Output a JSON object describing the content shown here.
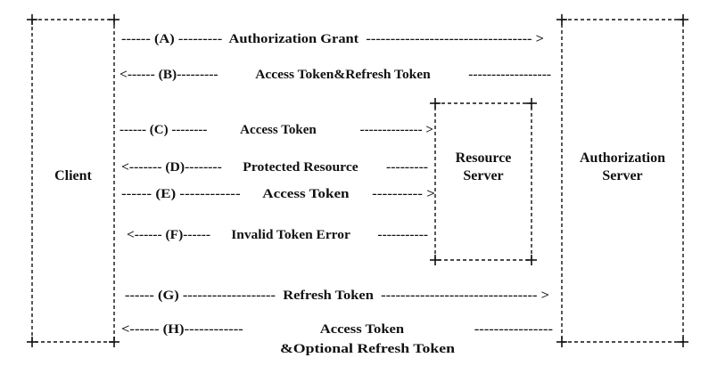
{
  "nodes": {
    "client": {
      "label": "Client"
    },
    "resource_server": {
      "line1": "Resource",
      "line2": "Server"
    },
    "authorization_server": {
      "line1": "Authorization",
      "line2": "Server"
    }
  },
  "flows": [
    {
      "id": "A",
      "text": "------ (A) ---------  Authorization Grant  ---------------------------------- >"
    },
    {
      "id": "B",
      "text": "<------ (B)---------           Access Token&Refresh Token           ------------------"
    },
    {
      "id": "C",
      "text": "------ (C) --------          Access Token             -------------- >"
    },
    {
      "id": "D",
      "text": "<------- (D)--------      Protected Resource        ---------"
    },
    {
      "id": "E",
      "text": "------ (E) ------------      Access Token      ---------- >"
    },
    {
      "id": "F",
      "text": "<------ (F)------      Invalid Token Error        -----------"
    },
    {
      "id": "G",
      "text": "------ (G) -------------------  Refresh Token  -------------------------------- >"
    },
    {
      "id": "H",
      "text": "<------ (H)------------                     Access Token                   ----------------"
    },
    {
      "id": "H2",
      "text": "&Optional Refresh Token"
    }
  ]
}
